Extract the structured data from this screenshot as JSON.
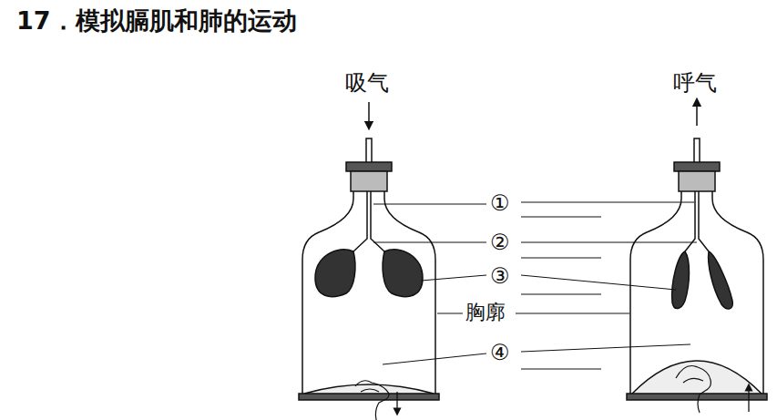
{
  "diagram": {
    "title": "17．模拟膈肌和肺的运动",
    "labels": [
      "吸气",
      "呼气",
      "①",
      "②",
      "③",
      "胸廓",
      "④"
    ]
  }
}
